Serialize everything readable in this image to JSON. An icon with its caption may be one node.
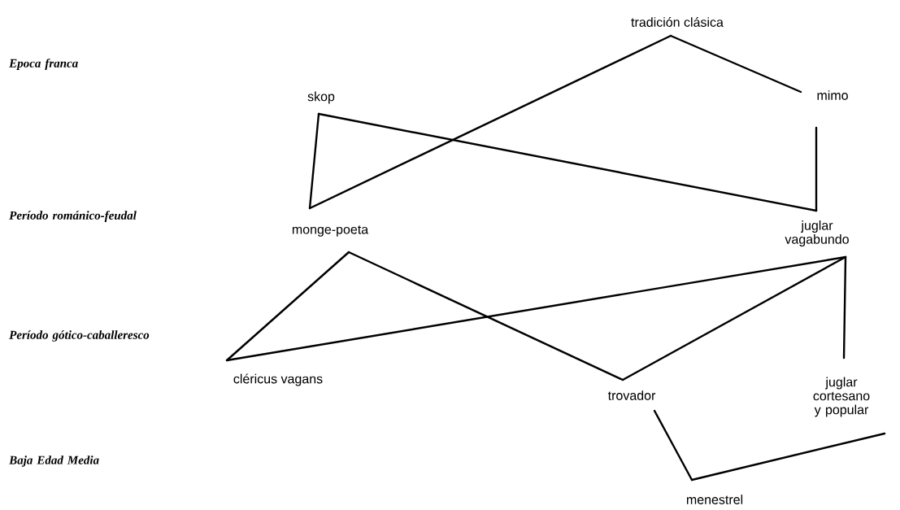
{
  "diagram": {
    "nodes": [
      {
        "text": [
          "tradición clásica"
        ]
      },
      {
        "text": [
          "mimo"
        ]
      },
      {
        "text": [
          "skop"
        ]
      },
      {
        "text": [
          "monge-poeta"
        ]
      },
      {
        "text": [
          "juglar vagabundo"
        ]
      },
      {
        "text": [
          "cléricus vagans"
        ]
      },
      {
        "text": [
          "trovador"
        ]
      },
      {
        "text": [
          "juglar cortesano y popular"
        ]
      },
      {
        "text": [
          "menestrel"
        ]
      }
    ],
    "edges": [
      {
        "from": 0,
        "to": 1,
        "arrow": "none"
      },
      {
        "from": 0,
        "to": 3,
        "arrow": "none"
      },
      {
        "from": 2,
        "to": 3,
        "arrow": "none"
      },
      {
        "from": 2,
        "to": 4,
        "arrow": "none"
      },
      {
        "from": 1,
        "to": 4,
        "arrow": "none"
      },
      {
        "from": 3,
        "to": 5,
        "arrow": "none"
      },
      {
        "from": 3,
        "to": 6,
        "arrow": "none"
      },
      {
        "from": 4,
        "to": 5,
        "arrow": "none"
      },
      {
        "from": 4,
        "to": 6,
        "arrow": "none"
      },
      {
        "from": 4,
        "to": 7,
        "arrow": "none"
      },
      {
        "from": 6,
        "to": 8,
        "arrow": "none"
      },
      {
        "from": 7,
        "to": 8,
        "arrow": "none"
      }
    ],
    "labels": [
      "Epoca franca",
      "Período románico-feudal",
      "Período gótico-caballeresco",
      "Baja Edad Media"
    ]
  }
}
